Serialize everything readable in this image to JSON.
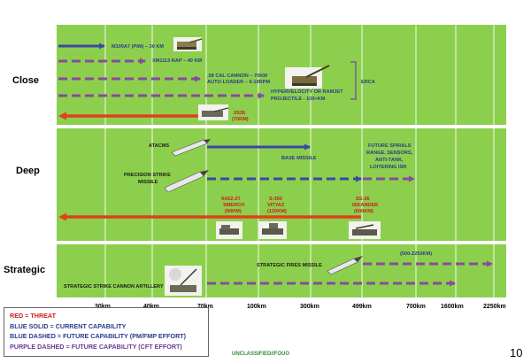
{
  "rows": [
    "Close",
    "Deep",
    "Strategic"
  ],
  "axis": {
    "ticks": [
      "30km",
      "40km",
      "70km",
      "100km",
      "300km",
      "499km",
      "700km",
      "1600km",
      "2250km"
    ]
  },
  "annotations": {
    "m109": "M109A7 (PIM) – 30 KM",
    "xm1113": "XM1113 RAP – 40 KM",
    "cannon1": ".58 CAL CANNON – 70KM",
    "cannon2": "AUTO-LOADER – 6-10RPM",
    "hyper1": "HYPERVELOCITY OR RAMJET",
    "hyper2": "PROJECTILE - 100+KM",
    "erca": "ERCA",
    "s2s35_1": "2S35",
    "s2s35_2": "(70KM)",
    "atacms": "ATACMS",
    "base_missile": "BASE MISSILE",
    "future1": "FUTURE SPIRALS",
    "future2": "RANGE, SENSORS,",
    "future3": "ANTI-TANK,",
    "future4": "LOITERING ISR",
    "psm1": "PRECISION STRIKE",
    "psm2": "MISSILE",
    "smerch1": "9A52-2T",
    "smerch2": "SMERCH",
    "smerch3": "(90KM)",
    "vityaz1": "S-350",
    "vityaz2": "VITYAZ",
    "vityaz3": "(120KM)",
    "iskander1": "SS-26",
    "iskander2": "ISKANDER",
    "iskander3": "(500KM)",
    "strat_fires": "STRATEGIC FIRES MISSILE",
    "strat_range": "(500-2250KM)",
    "strat_cannon": "STRATEGIC STRIKE CANNON ARTILLERY"
  },
  "legend": {
    "red": "RED = THREAT",
    "blue_solid": "BLUE SOLID = CURRENT CAPABILITY",
    "blue_dashed": "BLUE DASHED = FUTURE CAPABILITY (PM/FMP EFFORT)",
    "purple_dashed": "PURPLE DASHED = FUTURE CAPABILITY (CFT EFFORT)"
  },
  "footer": "UNCLASSIFIED//FOUO",
  "page_number": "10",
  "colors": {
    "panel": "#8ccf4d",
    "threat_red": "#e0401c",
    "current_blue": "#3a47a6",
    "future_blue": "#5a4aa8",
    "future_purple": "#8a4a9c"
  }
}
